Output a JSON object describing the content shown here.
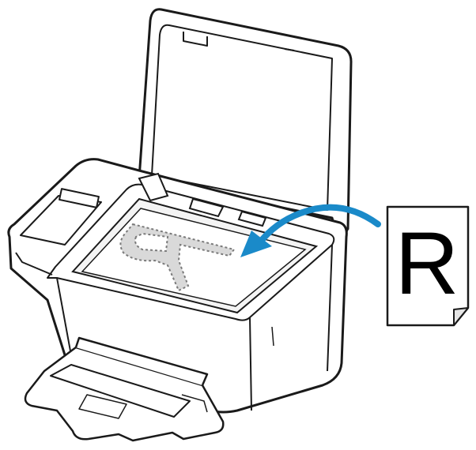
{
  "illustration": {
    "subject": "printer-loading-original-on-platen-glass",
    "direction": "place-face-down",
    "colors": {
      "line": "#1a1a1a",
      "printer_body": "#ffffff",
      "glass": "#f4f4f4",
      "lid_inner": "#ffffff",
      "dotted_outline": "#7a7a7a",
      "arrow": "#1a8ac9",
      "document_fold": "#e6e6e6"
    }
  },
  "document": {
    "letter": "R"
  }
}
